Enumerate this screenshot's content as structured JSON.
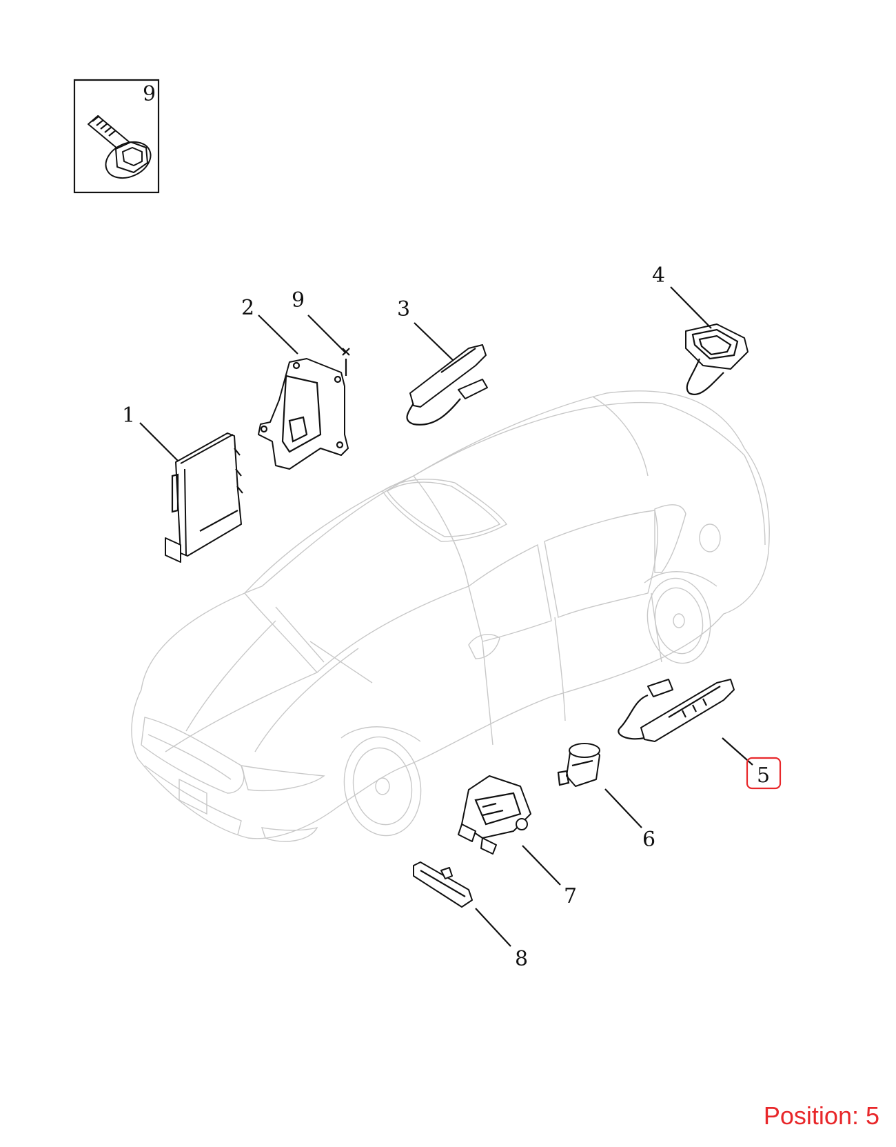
{
  "inset": {
    "number": "9"
  },
  "callouts": [
    {
      "id": "1",
      "label": "1"
    },
    {
      "id": "2",
      "label": "2"
    },
    {
      "id": "9",
      "label": "9"
    },
    {
      "id": "3",
      "label": "3"
    },
    {
      "id": "4",
      "label": "4"
    },
    {
      "id": "5",
      "label": "5"
    },
    {
      "id": "6",
      "label": "6"
    },
    {
      "id": "7",
      "label": "7"
    },
    {
      "id": "8",
      "label": "8"
    }
  ],
  "highlighted": "5",
  "position_text": "Position: 5",
  "colors": {
    "highlight": "#e8272a",
    "line": "#111111",
    "car_outline": "#c8c8c8"
  }
}
